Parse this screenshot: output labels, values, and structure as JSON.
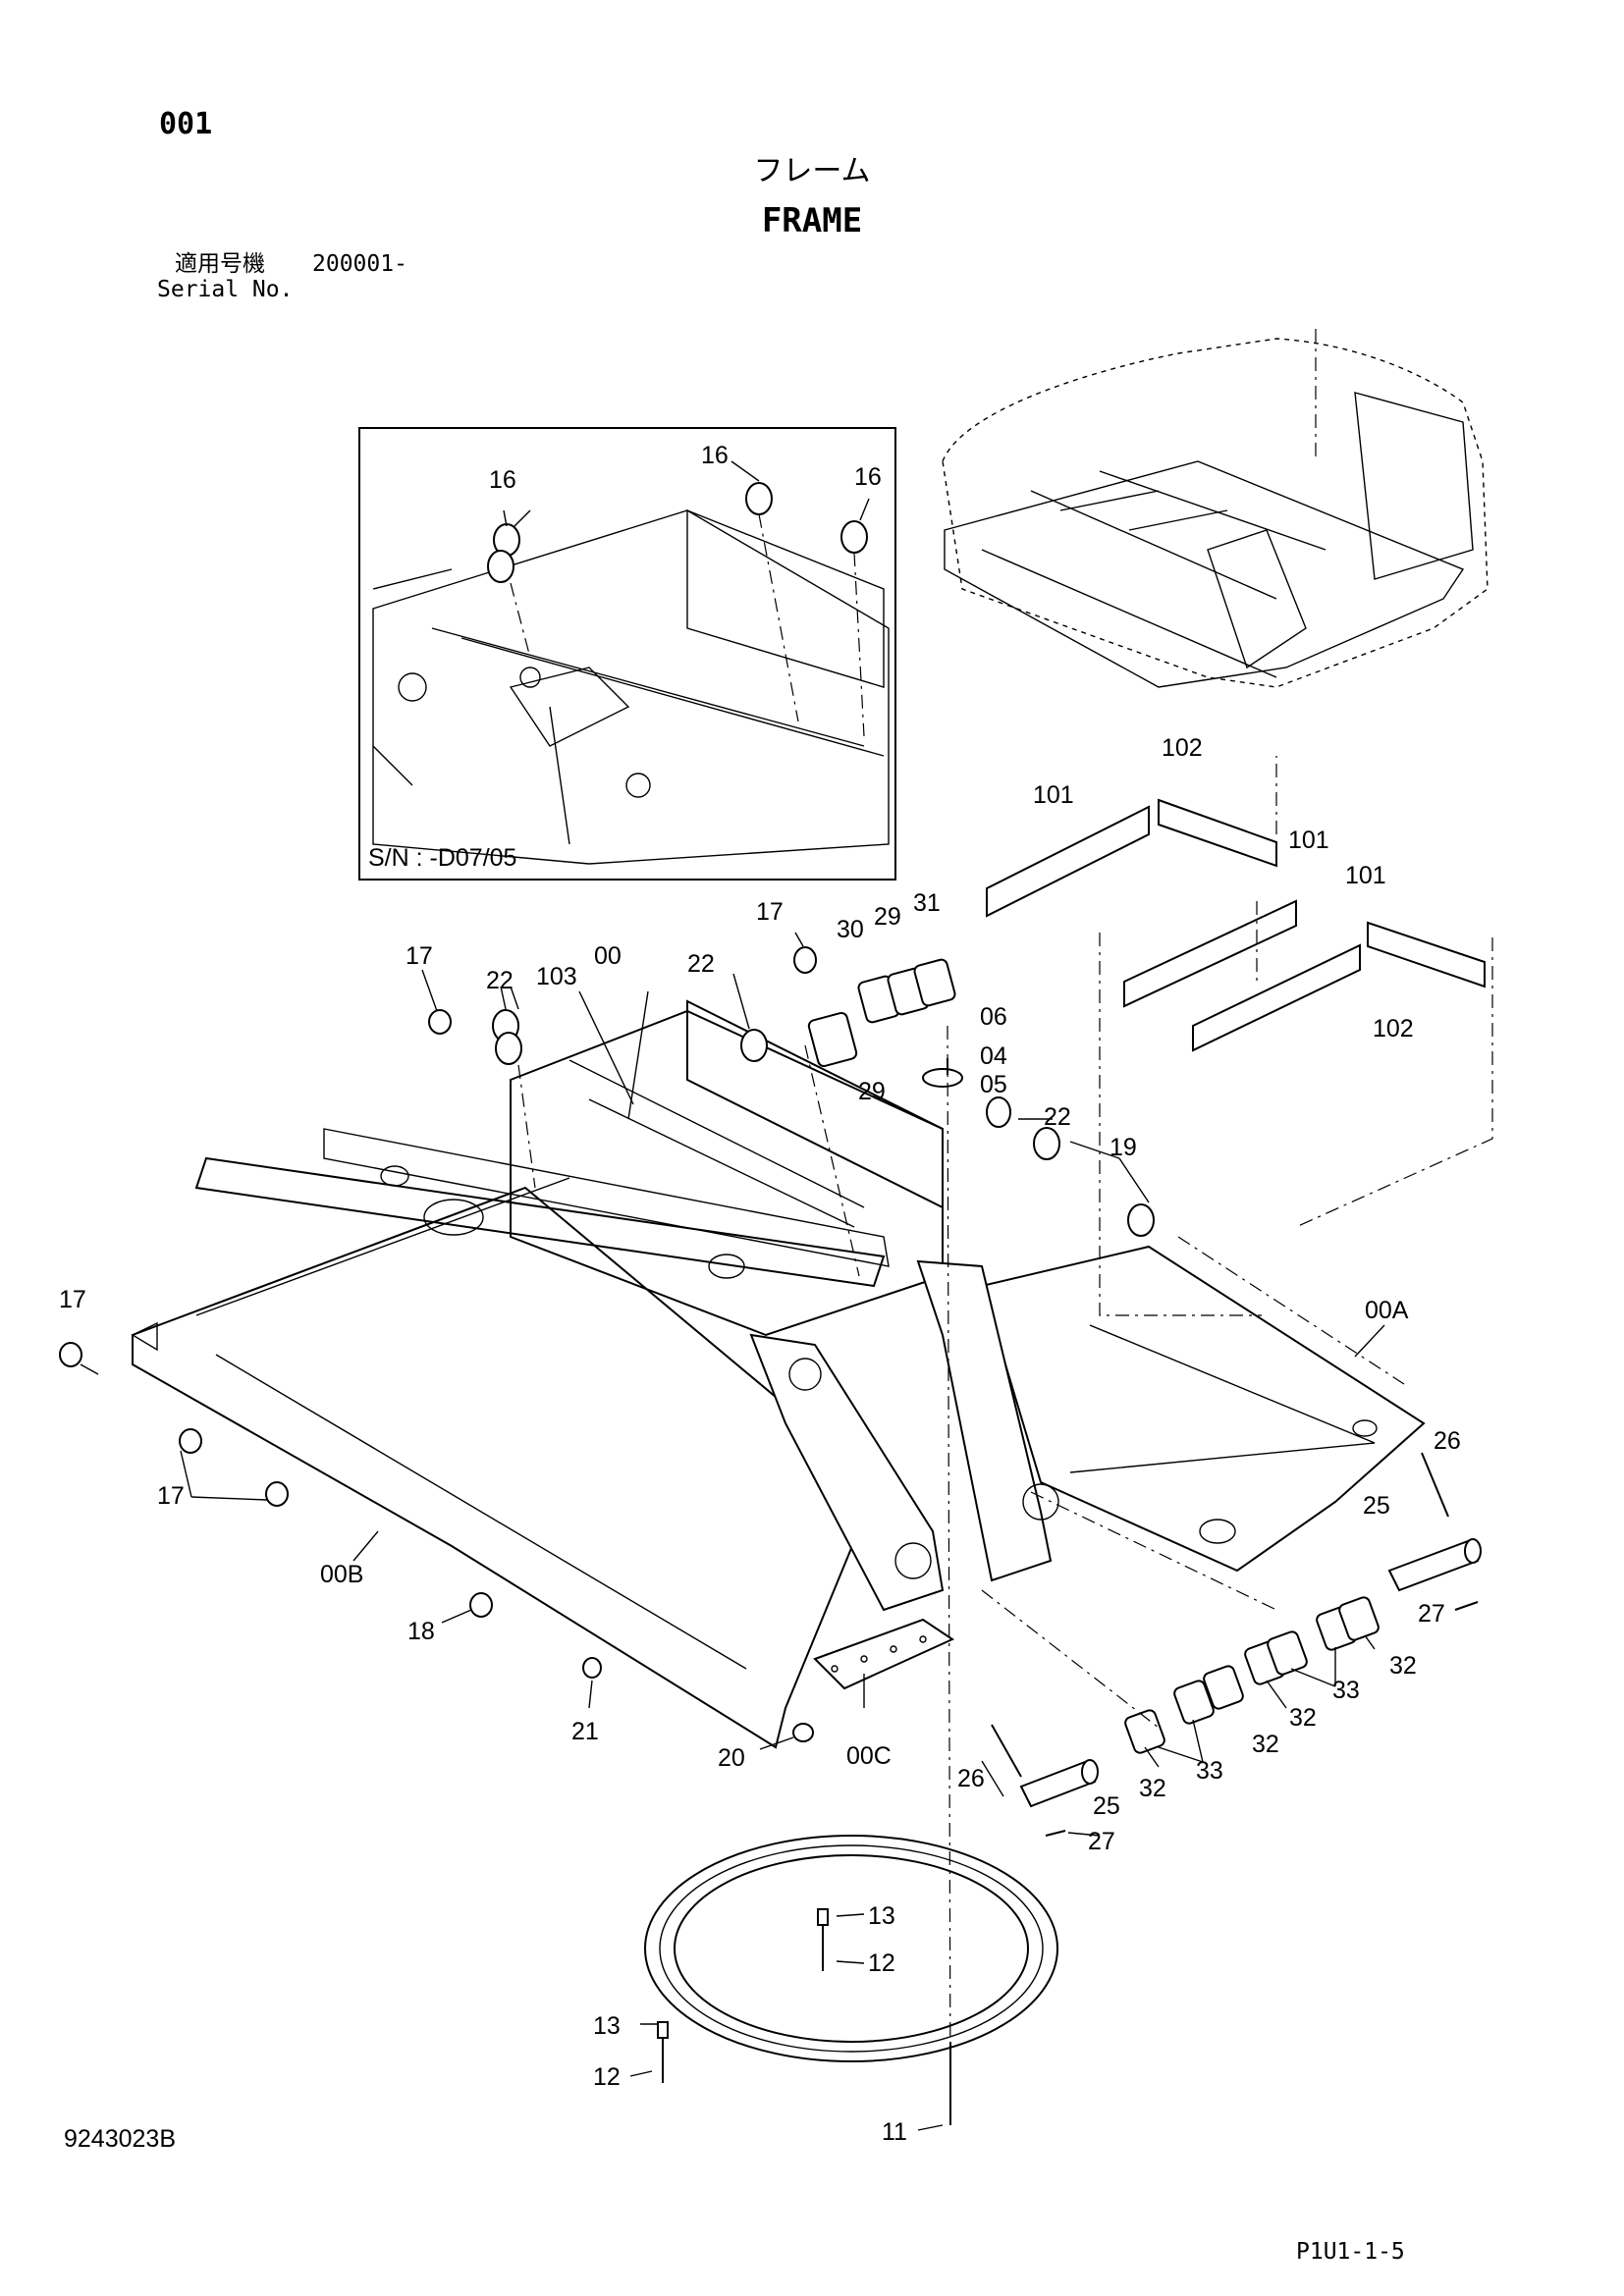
{
  "page_id": "001",
  "title_jp": "フレーム",
  "title_en": "FRAME",
  "serial": {
    "label_jp": "適用号機",
    "label_en": "Serial No.",
    "number": "200001-"
  },
  "inset": {
    "serial_label": "S/N : -D07/05",
    "callouts": [
      "16",
      "16",
      "16"
    ]
  },
  "callouts": {
    "c101a": "101",
    "c102a": "102",
    "c101b": "101",
    "c101c": "101",
    "c102b": "102",
    "c17a": "17",
    "c17b": "17",
    "c17c": "17",
    "c17d": "17",
    "c22a": "22",
    "c22b": "22",
    "c22c": "22",
    "c103": "103",
    "c00": "00",
    "c30": "30",
    "c29a": "29",
    "c31": "31",
    "c29b": "29",
    "c06": "06",
    "c04": "04",
    "c05": "05",
    "c19": "19",
    "c00A": "00A",
    "c00B": "00B",
    "c00C": "00C",
    "c26a": "26",
    "c25a": "25",
    "c27a": "27",
    "c32a": "32",
    "c33a": "33",
    "c32b": "32",
    "c33b": "33",
    "c32c": "32",
    "c32d": "32",
    "c26b": "26",
    "c25b": "25",
    "c27b": "27",
    "c18": "18",
    "c21": "21",
    "c20": "20",
    "c13a": "13",
    "c12a": "12",
    "c13b": "13",
    "c12b": "12",
    "c11": "11"
  },
  "drawing_number": "9243023B",
  "sheet_number": "P1U1-1-5"
}
